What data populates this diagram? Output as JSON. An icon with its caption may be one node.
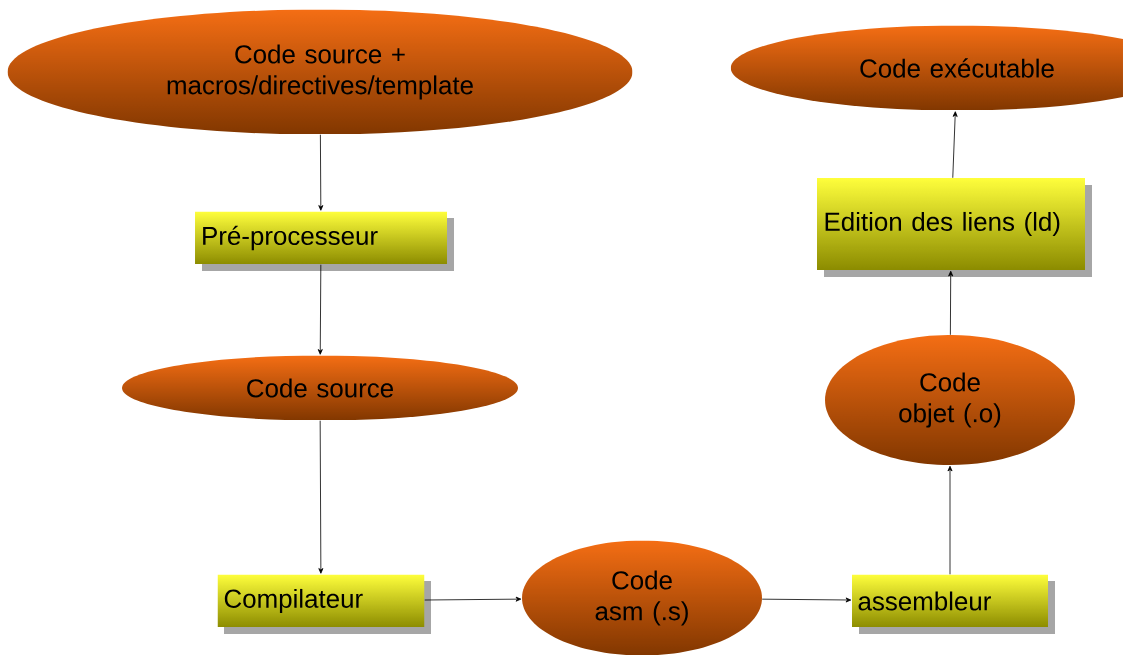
{
  "diagram": {
    "nodes": [
      {
        "text": [
          "Code source + macros/directives/template"
        ]
      },
      {
        "text": [
          "Pré-processeur"
        ]
      },
      {
        "text": [
          "Code source"
        ]
      },
      {
        "text": [
          "Compilateur"
        ]
      },
      {
        "text": [
          "Code asm (.s)"
        ]
      },
      {
        "text": [
          "assembleur"
        ]
      },
      {
        "text": [
          "Code objet (.o)"
        ]
      },
      {
        "text": [
          "Edition des liens (ld)"
        ]
      },
      {
        "text": [
          "Code exécutable"
        ]
      }
    ],
    "edges": [
      {
        "from": 0,
        "to": 1,
        "arrow": "to"
      },
      {
        "from": 1,
        "to": 2,
        "arrow": "to"
      },
      {
        "from": 2,
        "to": 3,
        "arrow": "to"
      },
      {
        "from": 3,
        "to": 4,
        "arrow": "to"
      },
      {
        "from": 4,
        "to": 5,
        "arrow": "to"
      },
      {
        "from": 5,
        "to": 6,
        "arrow": "to"
      },
      {
        "from": 6,
        "to": 7,
        "arrow": "to"
      },
      {
        "from": 7,
        "to": 8,
        "arrow": "to"
      }
    ]
  }
}
